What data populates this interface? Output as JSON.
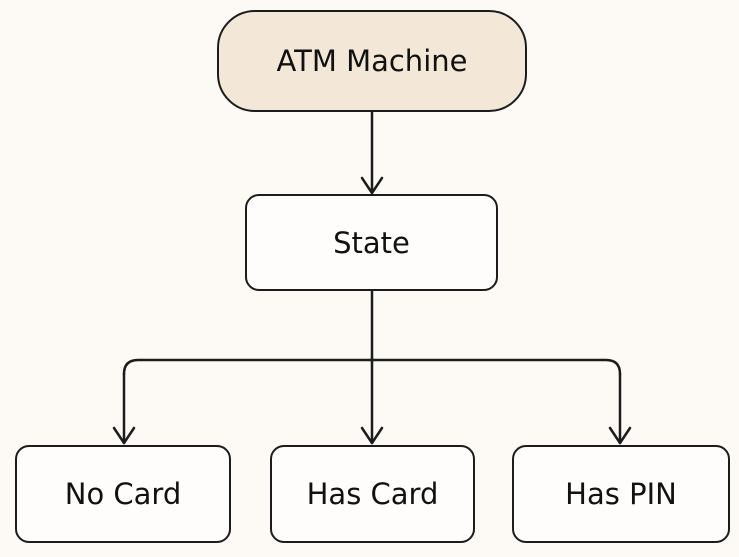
{
  "diagram": {
    "colors": {
      "background": "#fdf9f4",
      "root_fill": "#f3e8d8",
      "node_fill": "#fefdfb",
      "stroke": "#1c1c1c"
    },
    "nodes": {
      "root": {
        "label": "ATM Machine"
      },
      "state": {
        "label": "State"
      },
      "no_card": {
        "label": "No Card"
      },
      "has_card": {
        "label": "Has Card"
      },
      "has_pin": {
        "label": "Has PIN"
      }
    },
    "edges": [
      {
        "from": "ATM Machine",
        "to": "State"
      },
      {
        "from": "State",
        "to": "No Card"
      },
      {
        "from": "State",
        "to": "Has Card"
      },
      {
        "from": "State",
        "to": "Has PIN"
      }
    ]
  }
}
